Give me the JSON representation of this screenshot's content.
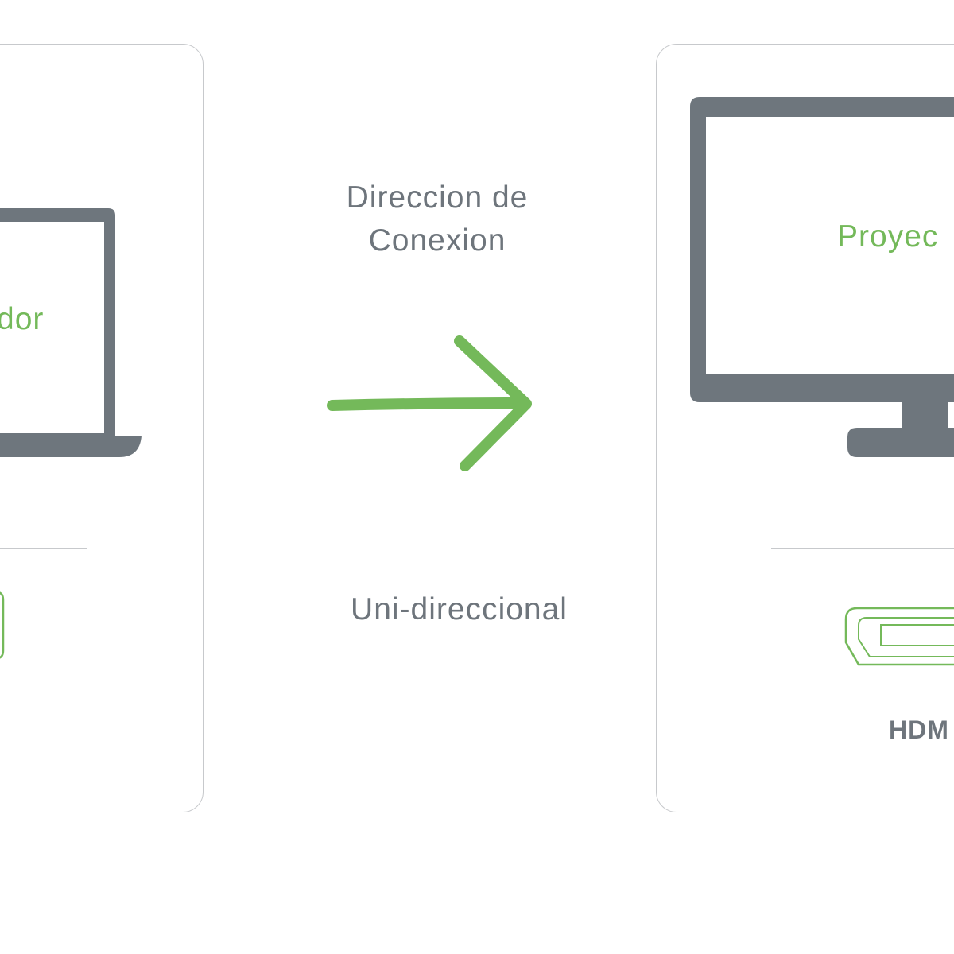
{
  "diagram": {
    "connection": {
      "title_line1": "Direccion de",
      "title_line2": "Conexion",
      "mode": "Uni-direccional"
    },
    "source_device": {
      "label": "dor",
      "icon": "laptop-icon",
      "port_icon": "port-icon"
    },
    "target_device": {
      "label": "Proyec",
      "icon": "monitor-icon",
      "port_icon": "hdmi-port-icon",
      "port_label": "HDM"
    },
    "colors": {
      "device_gray": "#6e767d",
      "accent_green": "#74b95a",
      "border_gray": "#c7c9cc",
      "text_gray": "#6e757c"
    }
  }
}
